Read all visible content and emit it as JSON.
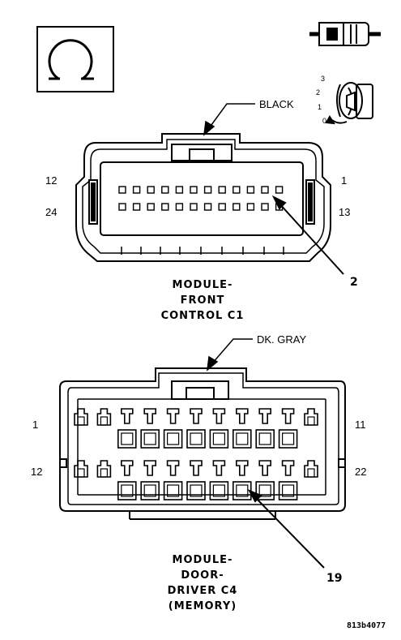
{
  "icons": {
    "tab_symbol": "omega-icon",
    "side_view": "connector-side-view-icon",
    "key_switch": "key-switch-icon"
  },
  "key_switch_positions": [
    "3",
    "2",
    "1",
    "0"
  ],
  "connector_c1": {
    "wire_color": "BLACK",
    "title_lines": [
      "MODULE-",
      "FRONT",
      "CONTROL C1"
    ],
    "pin_labels": {
      "top_left": "12",
      "top_right": "1",
      "bottom_left": "24",
      "bottom_right": "13"
    },
    "callout_pin": "2"
  },
  "connector_c4": {
    "wire_color": "DK. GRAY",
    "title_lines": [
      "MODULE-",
      "DOOR-",
      "DRIVER C4",
      "(MEMORY)"
    ],
    "pin_labels": {
      "top_left": "1",
      "top_right": "11",
      "bottom_left": "12",
      "bottom_right": "22"
    },
    "callout_pin": "19"
  },
  "figure_id": "813b4077"
}
